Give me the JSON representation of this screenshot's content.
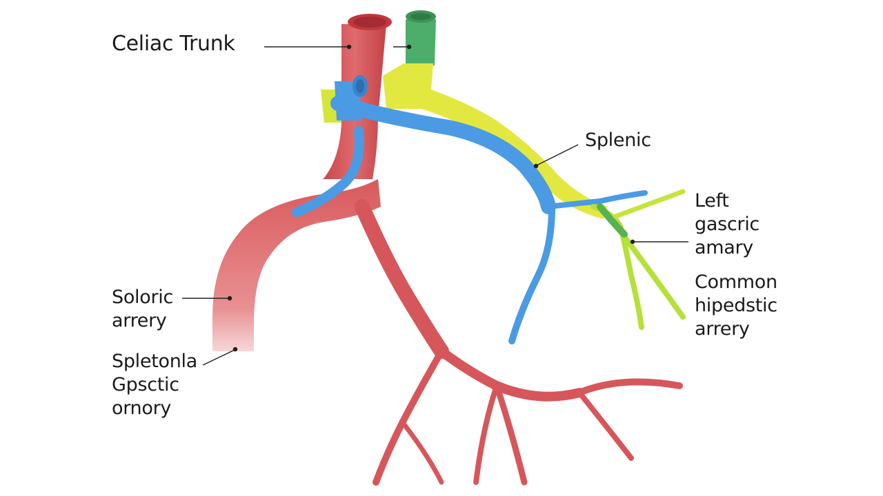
{
  "labels": {
    "celiac_trunk": "Celiac Trunk",
    "splenic": "Splenic",
    "left_gastric": [
      "Left",
      "gascric",
      "amary"
    ],
    "common_hepatic": [
      "Common",
      "hipedstic",
      "arrery"
    ],
    "soloric": [
      "Soloric",
      "arrery"
    ],
    "spleen_gastric": [
      "Spletonla",
      "Gpsctic",
      "ornory"
    ]
  },
  "colors": {
    "artery_red": "#d9595c",
    "artery_red_dark": "#b73c42",
    "vessel_blue": "#4a9be3",
    "vessel_yellow": "#e3e840",
    "vessel_green": "#4cae6a",
    "lime_branch": "#b6e03a",
    "leader_line": "#222222"
  }
}
